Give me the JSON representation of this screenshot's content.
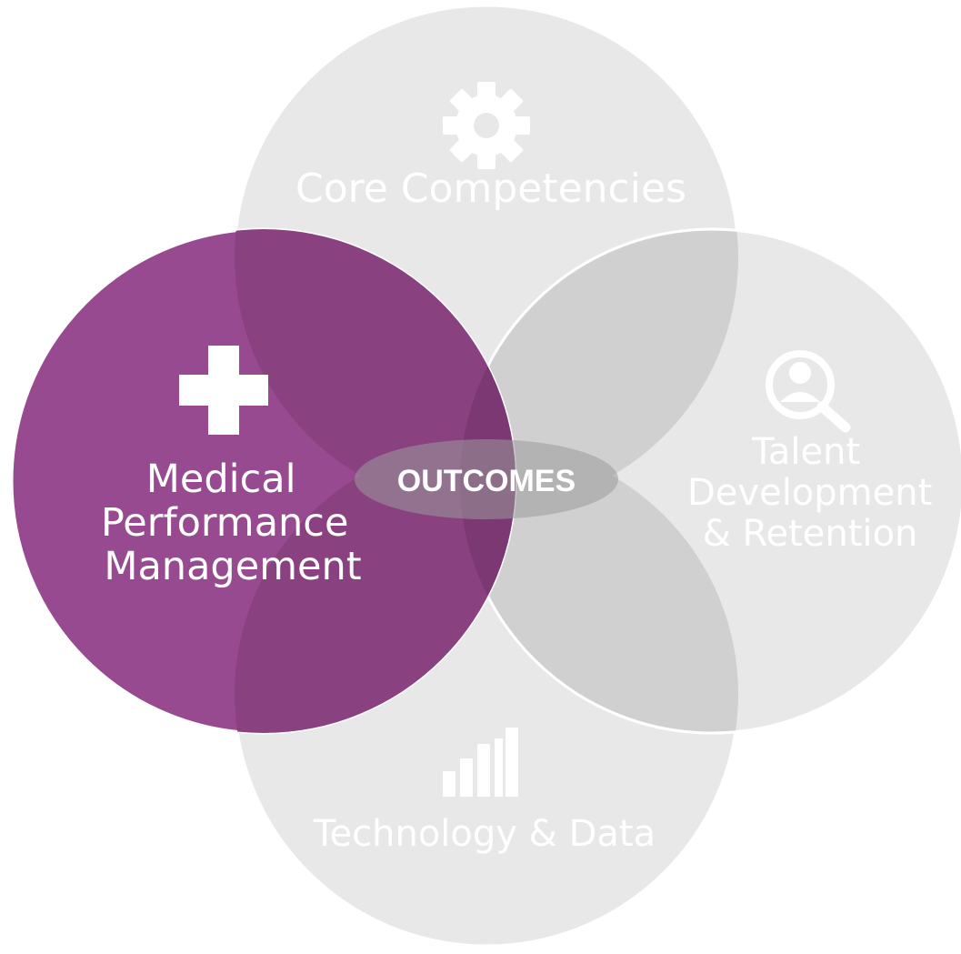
{
  "diagram": {
    "center": {
      "label": "OUTCOMES"
    },
    "circles": {
      "top": {
        "label": "Core Competencies",
        "icon": "gear-icon"
      },
      "right": {
        "label_lines": [
          "Talent",
          "Development",
          "& Retention"
        ],
        "icon": "person-search-icon"
      },
      "bottom": {
        "label": "Technology & Data",
        "icon": "bar-chart-icon"
      },
      "left": {
        "label_lines": [
          "Medical",
          "Performance",
          "Management"
        ],
        "icon": "plus-icon"
      }
    },
    "colors": {
      "gray_circle": "#e8e8e8",
      "gray_overlap": "#d0d0d0",
      "purple": "#974a8f",
      "purple_overlap": "#8a4180",
      "purple_center": "#7c3873",
      "outcomes_ellipse": "#9b9b9b",
      "white_text": "#ffffff"
    }
  }
}
